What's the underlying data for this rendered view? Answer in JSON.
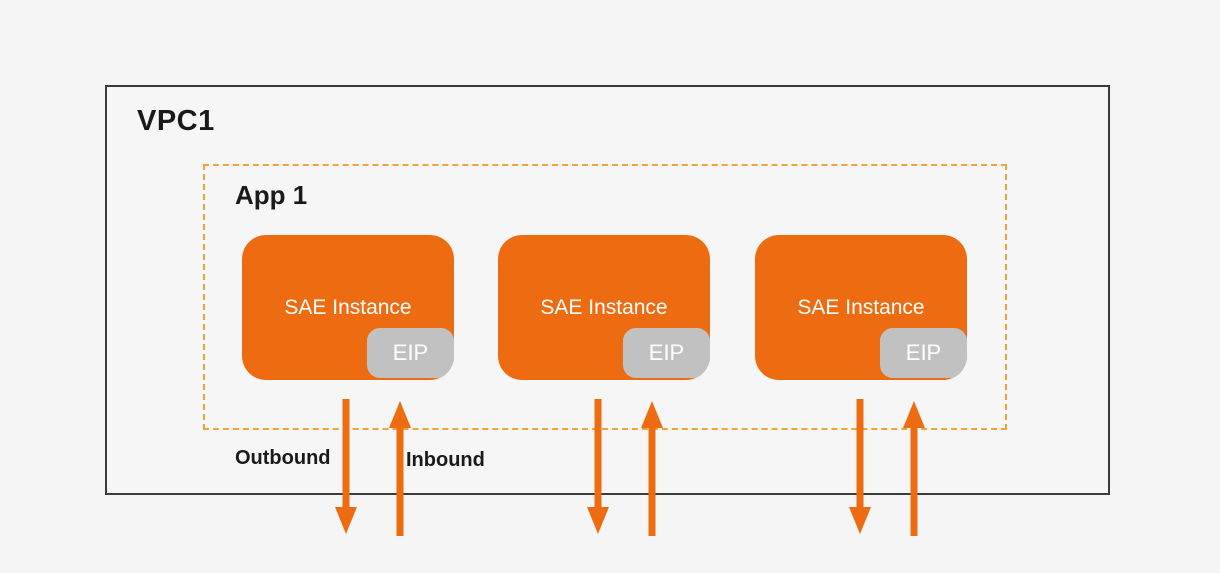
{
  "diagram": {
    "vpc": {
      "label": "VPC1"
    },
    "app": {
      "label": "App 1"
    },
    "instances": [
      {
        "label": "SAE Instance",
        "badge": "EIP"
      },
      {
        "label": "SAE Instance",
        "badge": "EIP"
      },
      {
        "label": "SAE Instance",
        "badge": "EIP"
      }
    ],
    "flows": {
      "outbound_label": "Outbound",
      "inbound_label": "Inbound"
    }
  },
  "icons": {
    "outbound": "arrow-down",
    "inbound": "arrow-up"
  },
  "colors": {
    "background": "#f5f5f5",
    "vpc_border": "#3a3a3a",
    "app_dashed_border": "#f0a437",
    "instance_fill": "#ed6c12",
    "instance_text": "#ffffff",
    "eip_fill": "#c1c1c1",
    "eip_text": "#ffffff",
    "arrow": "#ed6c12",
    "label_text": "#1a1a1a"
  }
}
